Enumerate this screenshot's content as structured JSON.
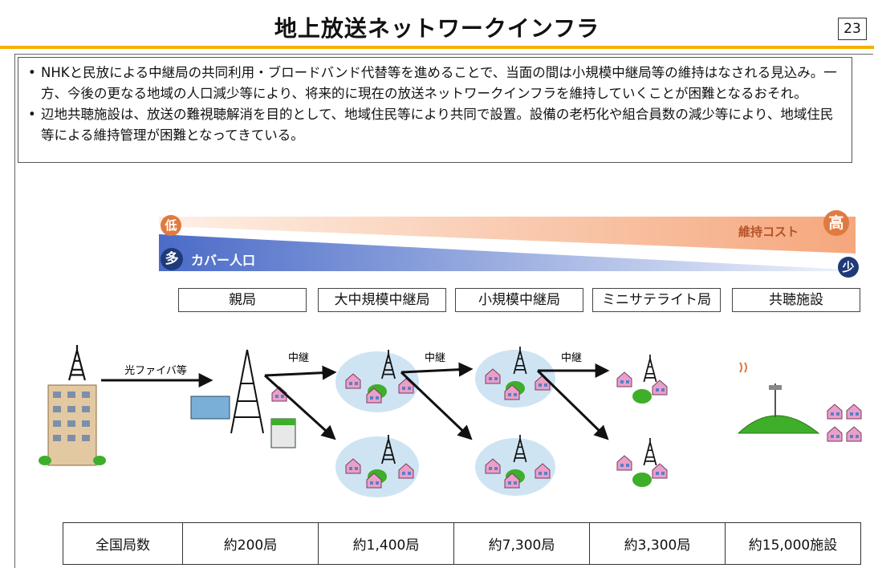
{
  "header": {
    "title": "地上放送ネットワークインフラ",
    "page_number": "23"
  },
  "summary": {
    "bullets": [
      "NHKと民放による中継局の共同利用・ブロードバンド代替等を進めることで、当面の間は小規模中継局等の維持はなされる見込み。一方、今後の更なる地域の人口減少等により、将来的に現在の放送ネットワークインフラを維持していくことが困難となるおそれ。",
      "辺地共聴施設は、放送の難視聴解消を目的として、地域住民等により共同で設置。設備の老朽化や組合員数の減少等により、地域住民等による維持管理が困難となってきている。"
    ]
  },
  "scale": {
    "cost_low_mark": "低",
    "cost_high_mark": "高",
    "cost_label": "維持コスト",
    "population_many_mark": "多",
    "population_few_mark": "少",
    "population_label": "カバー人口"
  },
  "categories": [
    "親局",
    "大中規模中継局",
    "小規模中継局",
    "ミニサテライト局",
    "共聴施設"
  ],
  "links": {
    "fiber_label": "光ファイバ等",
    "relay_label": "中継"
  },
  "table": {
    "header": "全国局数",
    "values": [
      "約200局",
      "約1,400局",
      "約7,300局",
      "約3,300局",
      "約15,000施設"
    ]
  },
  "colors": {
    "accent": "#f5b000",
    "cost": "#e07a3f",
    "population": "#1f3a78",
    "houses": "#e8a0c8",
    "trees": "#3fae2a",
    "halo": "#cfe4f2"
  }
}
